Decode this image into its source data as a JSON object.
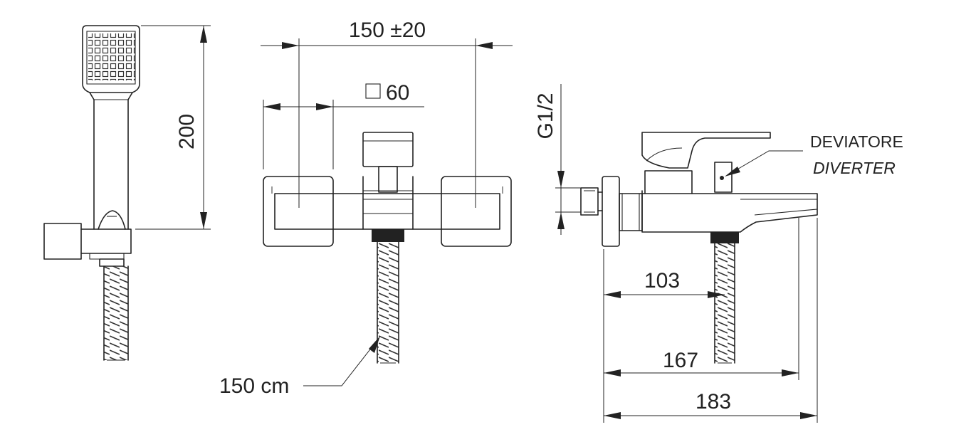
{
  "dimensions": {
    "handshower_height": "200",
    "centers": "150 ±20",
    "square_size": "60",
    "connection": "G1/2",
    "spout_103": "103",
    "spout_167": "167",
    "overall_183": "183",
    "hose_length": "150 cm"
  },
  "labels": {
    "diverter_it": "DEVIATORE",
    "diverter_en": "DIVERTER"
  }
}
